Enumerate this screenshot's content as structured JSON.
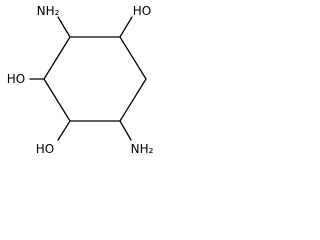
{
  "molecule": {
    "substituents": {
      "nh2_top": "NH₂",
      "oh_top_right": "HO",
      "oh_left": "HO",
      "oh_bottom": "HO",
      "nh2_bottom": "NH₂"
    }
  }
}
